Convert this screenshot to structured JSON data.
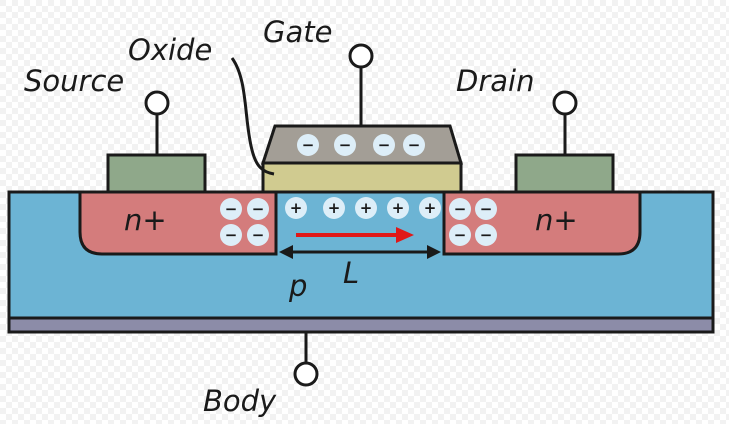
{
  "labels": {
    "gate": "Gate",
    "oxide": "Oxide",
    "source": "Source",
    "drain": "Drain",
    "body": "Body",
    "source_region": "n+",
    "drain_region": "n+",
    "substrate": "p",
    "channel_length": "L"
  },
  "charges": {
    "negative_symbol": "−",
    "positive_symbol": "+"
  },
  "colors": {
    "substrate": "#6cb4d4",
    "n_plus": "#d47c7c",
    "metal": "#a39e96",
    "oxide": "#d0cb90",
    "contact": "#8fa88a",
    "base_plate": "#8c8ca8",
    "charge_fill": "#ddeef8",
    "current_arrow": "#e01818",
    "outline": "#1a1a1a"
  },
  "background_grid": true
}
